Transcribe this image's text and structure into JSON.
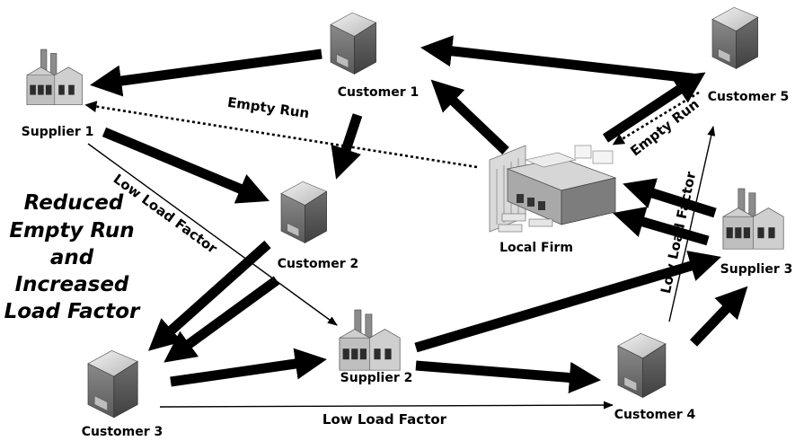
{
  "nodes": {
    "customer1": "Customer 1",
    "customer2": "Customer 2",
    "customer3": "Customer 3",
    "customer4": "Customer 4",
    "customer5": "Customer 5",
    "supplier1": "Supplier 1",
    "supplier2": "Supplier 2",
    "supplier3": "Supplier 3",
    "local_firm": "Local Firm"
  },
  "edge_labels": {
    "empty_run_left": "Empty Run",
    "empty_run_right": "Empty Run",
    "low_load_factor_supplier1": "Low Load Factor",
    "low_load_factor_right": "Low Load Factor",
    "low_load_factor_bottom": "Low Load Factor"
  },
  "headline": {
    "line1": "Reduced",
    "line2": "Empty Run",
    "line3": "and",
    "line4": "Increased",
    "line5": "Load Factor"
  },
  "icons": {
    "warehouse": "warehouse-icon",
    "factory": "factory-icon",
    "local_firm": "local-firm-building-icon"
  }
}
